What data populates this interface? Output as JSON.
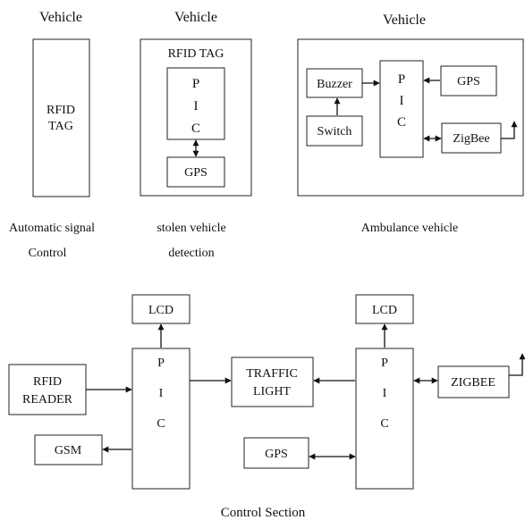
{
  "vehicle_section": {
    "v1": {
      "heading": "Vehicle",
      "rfid_tag": [
        "RFID",
        "TAG"
      ],
      "caption": [
        "Automatic signal",
        "Control"
      ]
    },
    "v2": {
      "heading": "Vehicle",
      "rfid_tag": "RFID TAG",
      "pic": [
        "P",
        "I",
        "C"
      ],
      "gps": "GPS",
      "caption": [
        "stolen vehicle",
        "detection"
      ]
    },
    "v3": {
      "heading": "Vehicle",
      "buzzer": "Buzzer",
      "switch": "Switch",
      "pic": [
        "P",
        "I",
        "C"
      ],
      "gps": "GPS",
      "zigbee": "ZigBee",
      "caption": "Ambulance vehicle"
    }
  },
  "control_section": {
    "lcd_left": "LCD",
    "lcd_right": "LCD",
    "pic_left": [
      "P",
      "I",
      "C"
    ],
    "pic_right": [
      "P",
      "I",
      "C"
    ],
    "rfid_reader": [
      "RFID",
      "READER"
    ],
    "gsm": "GSM",
    "traffic_light": [
      "TRAFFIC",
      "LIGHT"
    ],
    "gps": "GPS",
    "zigbee": "ZIGBEE",
    "caption": "Control Section"
  }
}
